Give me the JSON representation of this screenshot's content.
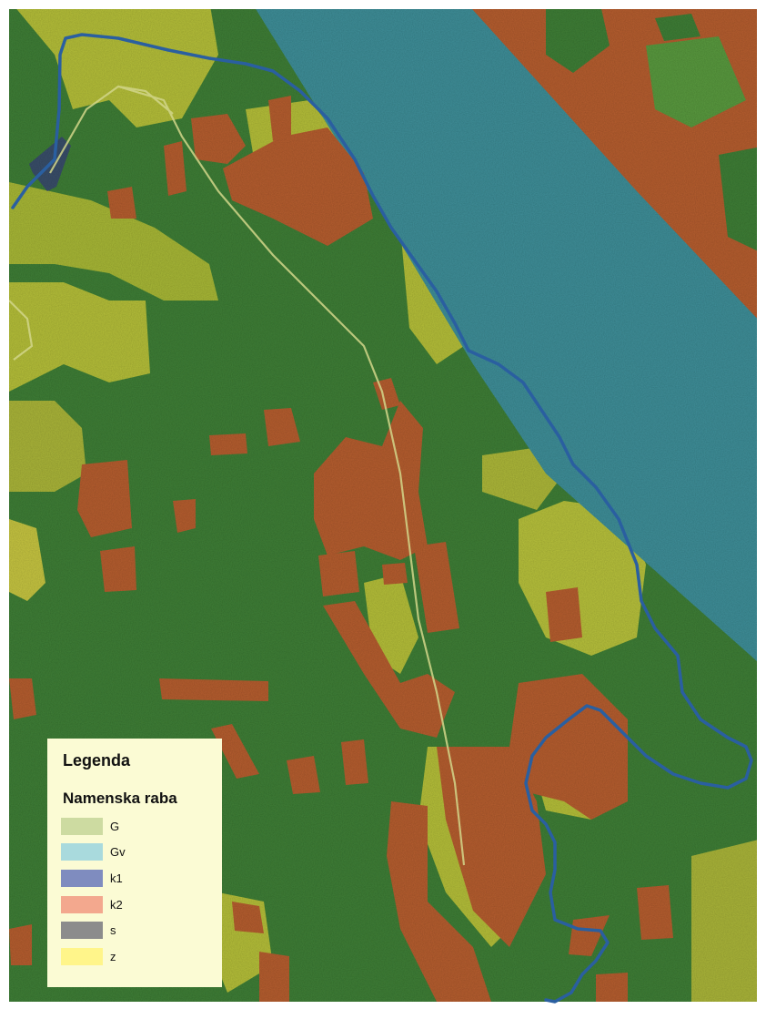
{
  "legend": {
    "title": "Legenda",
    "subtitle": "Namenska raba",
    "items": [
      {
        "code": "G",
        "color": "#cddba1"
      },
      {
        "code": "Gv",
        "color": "#a9dadd"
      },
      {
        "code": "k1",
        "color": "#7f8cbf"
      },
      {
        "code": "k2",
        "color": "#f3a88e"
      },
      {
        "code": "s",
        "color": "#8c8c8c"
      },
      {
        "code": "z",
        "color": "#fff58a"
      }
    ]
  },
  "colors": {
    "forest": "#3f7f38",
    "field_light": "#b5bf3a",
    "crop_brown": "#b65e33",
    "water_zone": "#3f8f99",
    "boundary_line": "#2a5fa0"
  }
}
